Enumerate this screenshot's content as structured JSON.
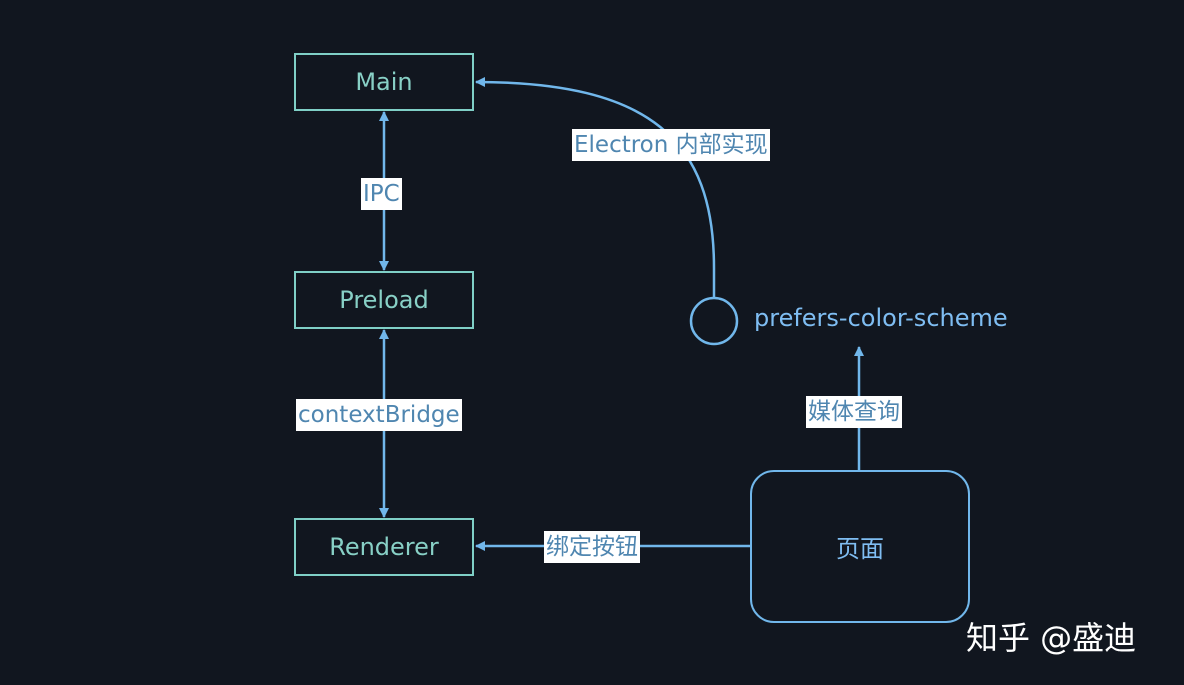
{
  "nodes": {
    "main": "Main",
    "preload": "Preload",
    "renderer": "Renderer",
    "page": "页面",
    "prefers_color_scheme": "prefers-color-scheme"
  },
  "edges": {
    "ipc": "IPC",
    "context_bridge": "contextBridge",
    "electron_internal": "Electron 内部实现",
    "media_query": "媒体查询",
    "bind_button": "绑定按钮"
  },
  "watermark": "知乎 @盛迪",
  "colors": {
    "background": "#11161f",
    "box_border": "#7fcfc6",
    "arrow": "#71b7eb",
    "label_text": "#4f86b0"
  }
}
